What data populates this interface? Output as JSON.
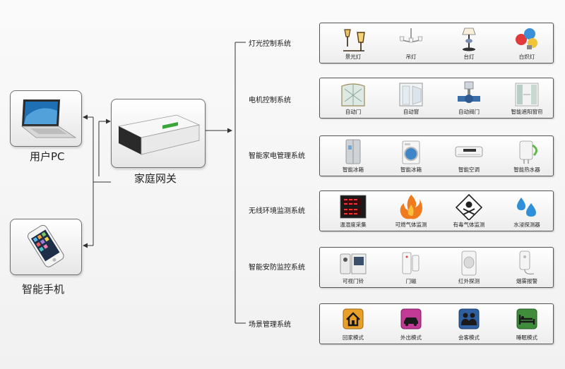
{
  "devices": {
    "pc": {
      "label": "用户PC"
    },
    "phone": {
      "label": "智能手机"
    },
    "gateway": {
      "label": "家庭网关"
    }
  },
  "systems": [
    {
      "label": "灯光控制系统",
      "items": [
        {
          "label": "景光灯",
          "icon": "garden-lamp"
        },
        {
          "label": "吊灯",
          "icon": "chandelier"
        },
        {
          "label": "台灯",
          "icon": "table-lamp"
        },
        {
          "label": "白炽灯",
          "icon": "bulb"
        }
      ]
    },
    {
      "label": "电机控制系统",
      "items": [
        {
          "label": "自动门",
          "icon": "revolving-door"
        },
        {
          "label": "自动窗",
          "icon": "auto-window"
        },
        {
          "label": "自动阀门",
          "icon": "valve"
        },
        {
          "label": "智能遮阳窗帘",
          "icon": "curtain"
        }
      ]
    },
    {
      "label": "智能家电管理系统",
      "items": [
        {
          "label": "智能冰箱",
          "icon": "fridge"
        },
        {
          "label": "智能冰箱",
          "icon": "washer"
        },
        {
          "label": "智能空调",
          "icon": "air-conditioner"
        },
        {
          "label": "智能热水器",
          "icon": "water-heater"
        }
      ]
    },
    {
      "label": "无线环境监测系统",
      "items": [
        {
          "label": "温湿度采集",
          "icon": "thermo-display"
        },
        {
          "label": "可燃气体监测",
          "icon": "fire"
        },
        {
          "label": "有毒气体监测",
          "icon": "toxic"
        },
        {
          "label": "水浸探测器",
          "icon": "water-drops"
        }
      ]
    },
    {
      "label": "智能安防监控系统",
      "items": [
        {
          "label": "可视门铃",
          "icon": "video-doorbell"
        },
        {
          "label": "门磁",
          "icon": "door-sensor"
        },
        {
          "label": "红外探测",
          "icon": "pir-sensor"
        },
        {
          "label": "烟雾报警",
          "icon": "smoke-alarm"
        }
      ]
    },
    {
      "label": "场景管理系统",
      "items": [
        {
          "label": "回家模式",
          "icon": "home-mode",
          "color": "#e8a02a"
        },
        {
          "label": "外出模式",
          "icon": "out-mode",
          "color": "#c23a96"
        },
        {
          "label": "会客模式",
          "icon": "guest-mode",
          "color": "#2f5f9e"
        },
        {
          "label": "睡眠模式",
          "icon": "sleep-mode",
          "color": "#3f8d3a"
        }
      ]
    }
  ]
}
